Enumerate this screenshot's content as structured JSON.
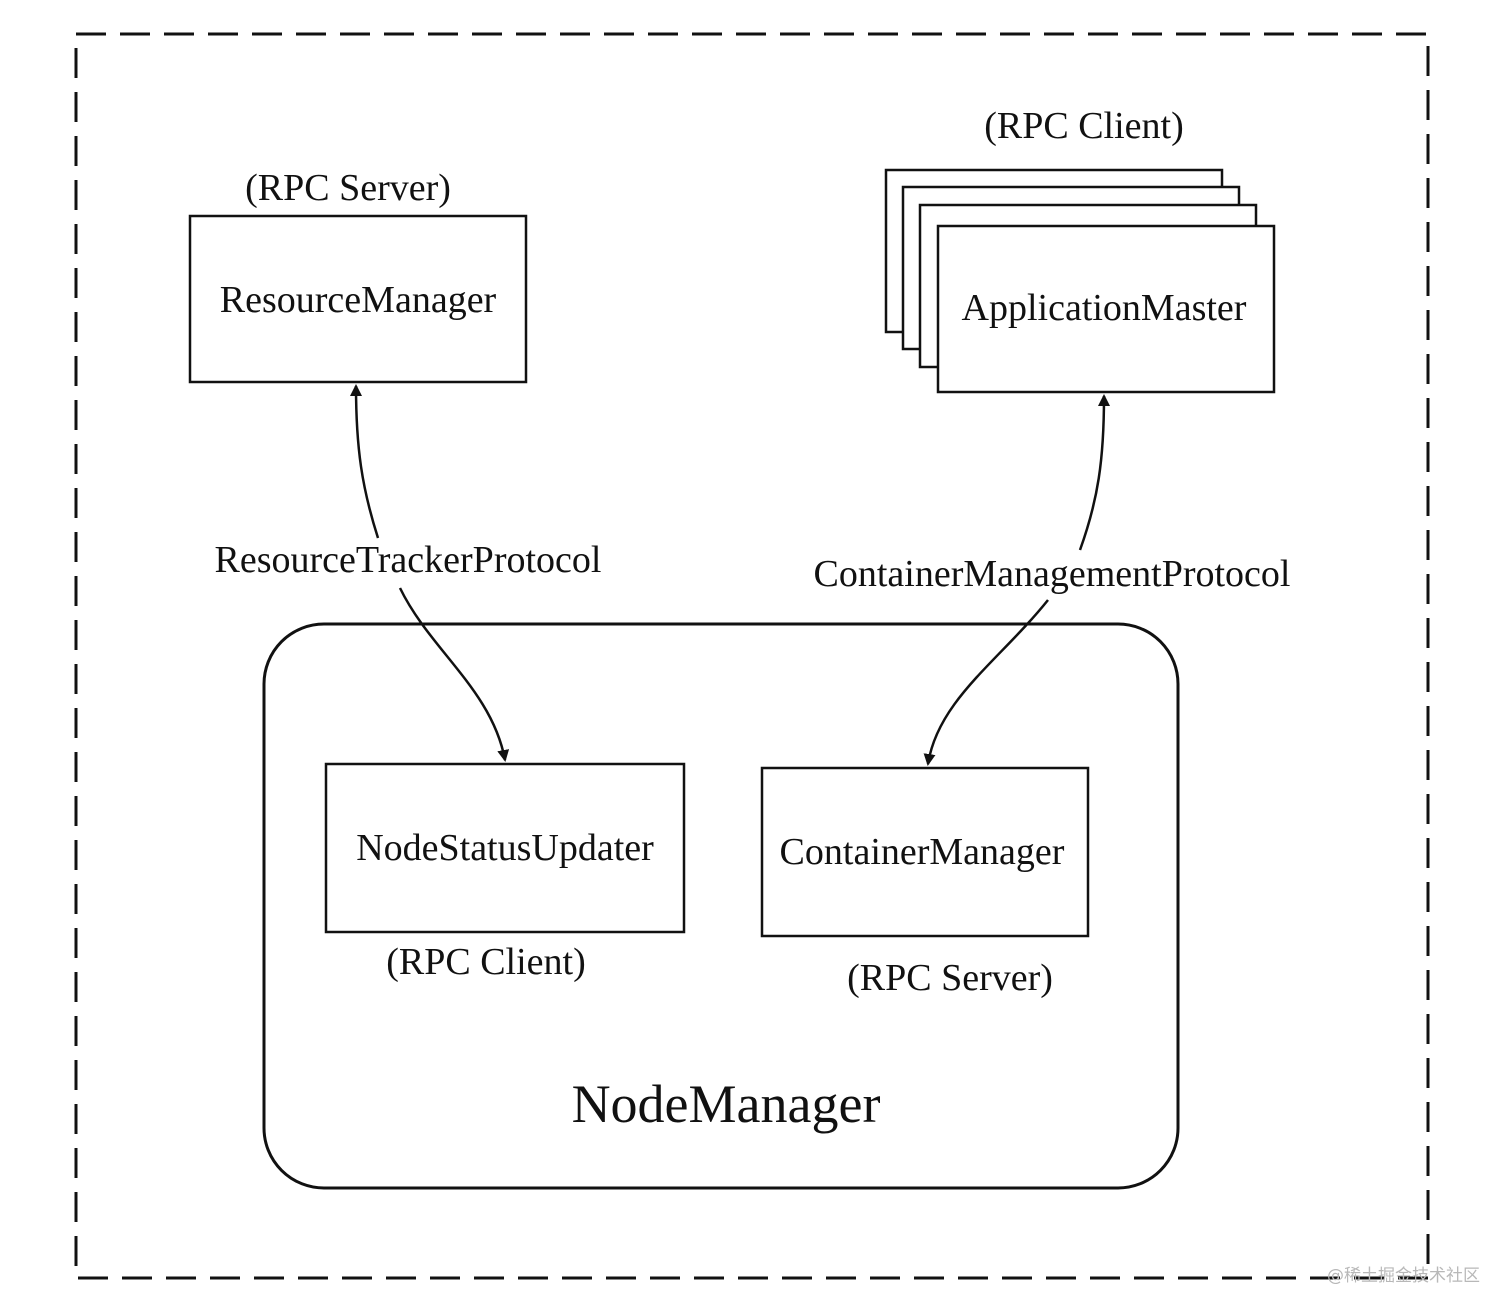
{
  "components": {
    "resource_manager": {
      "name": "ResourceManager",
      "role": "(RPC Server)"
    },
    "application_master": {
      "name": "ApplicationMaster",
      "role": "(RPC Client)"
    },
    "node_status_updater": {
      "name": "NodeStatusUpdater",
      "role": "(RPC Client)"
    },
    "container_manager": {
      "name": "ContainerManager",
      "role": "(RPC Server)"
    },
    "node_manager": {
      "name": "NodeManager"
    }
  },
  "protocols": {
    "resource_tracker": "ResourceTrackerProtocol",
    "container_management": "ContainerManagementProtocol"
  },
  "watermark": "@稀土掘金技术社区",
  "colors": {
    "stroke": "#111111",
    "background": "#ffffff",
    "watermark": "#b8b8b8"
  }
}
